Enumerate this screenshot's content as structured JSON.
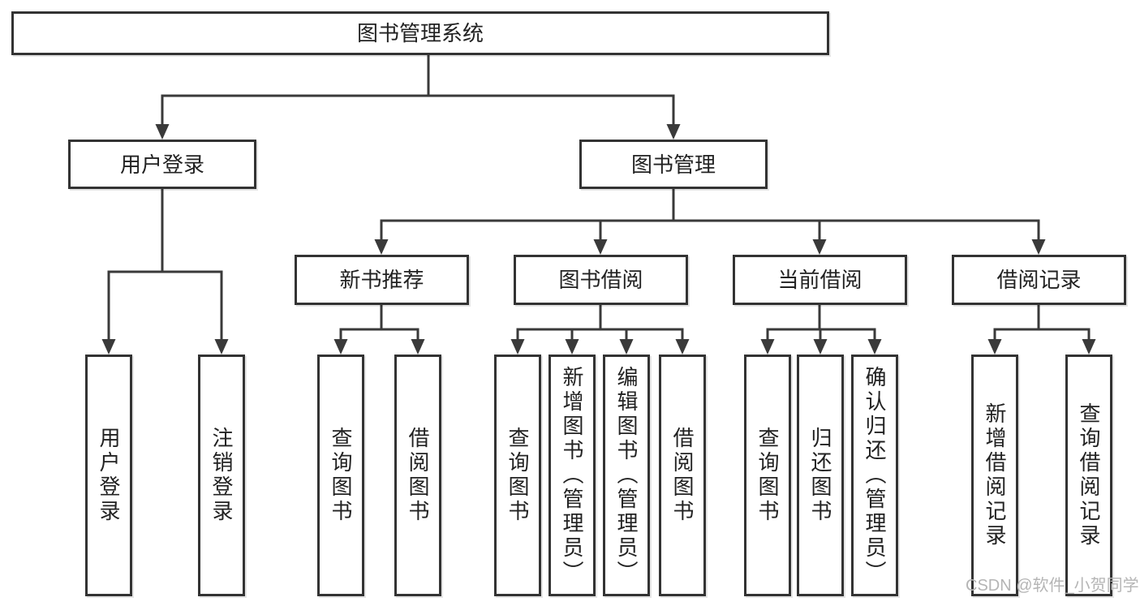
{
  "tree": {
    "root": {
      "label": "图书管理系统"
    },
    "branches": [
      {
        "label": "用户登录",
        "leaves": [
          {
            "label": "用户登录"
          },
          {
            "label": "注销登录"
          }
        ]
      },
      {
        "label": "图书管理",
        "sections": [
          {
            "label": "新书推荐",
            "leaves": [
              {
                "label": "查询图书"
              },
              {
                "label": "借阅图书"
              }
            ]
          },
          {
            "label": "图书借阅",
            "leaves": [
              {
                "label": "查询图书"
              },
              {
                "label": "新增图书（管理员）"
              },
              {
                "label": "编辑图书（管理员）"
              },
              {
                "label": "借阅图书"
              }
            ]
          },
          {
            "label": "当前借阅",
            "leaves": [
              {
                "label": "查询图书"
              },
              {
                "label": "归还图书"
              },
              {
                "label": "确认归还（管理员）"
              }
            ]
          },
          {
            "label": "借阅记录",
            "leaves": [
              {
                "label": "新增借阅记录"
              },
              {
                "label": "查询借阅记录"
              }
            ]
          }
        ]
      }
    ]
  },
  "watermark": {
    "text": "CSDN @软件_小贺同学"
  },
  "colors": {
    "line": "#3a3a3a",
    "border": "#333333",
    "fill": "#ffffff",
    "text": "#222222",
    "watermark": "#b5b5b5"
  }
}
